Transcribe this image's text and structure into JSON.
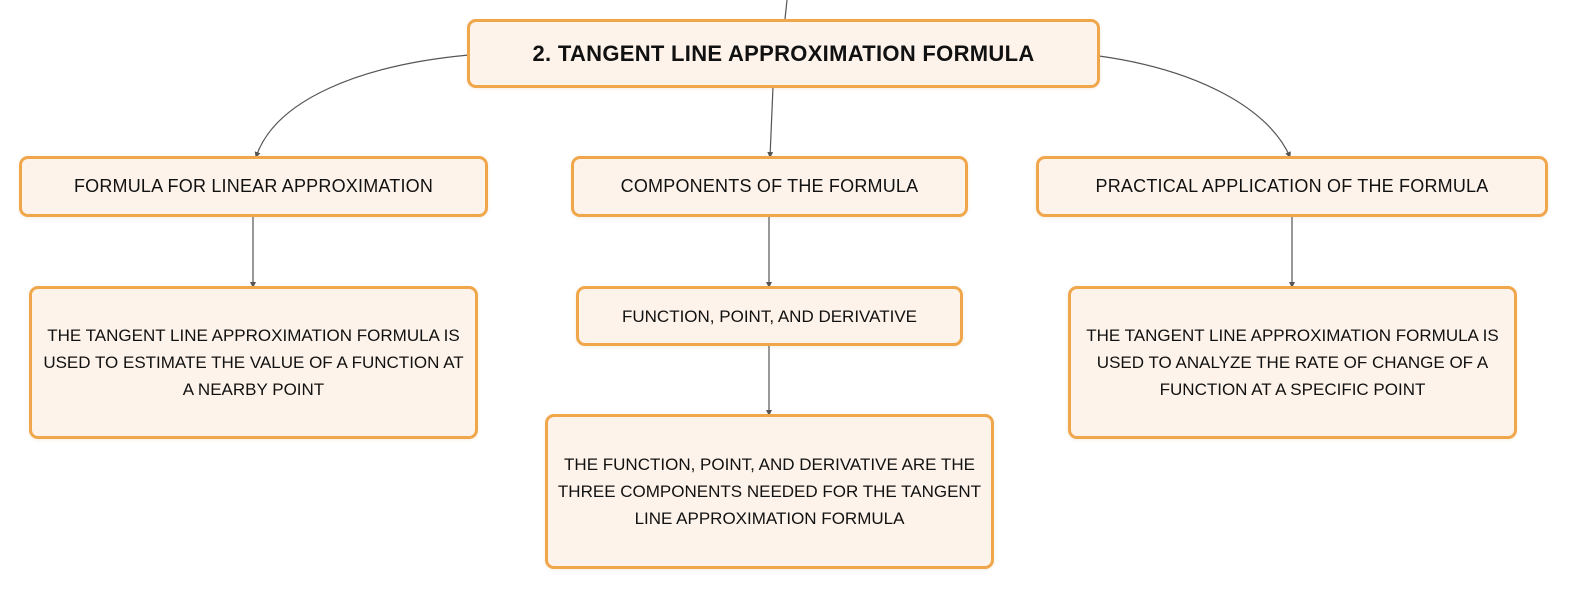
{
  "diagram": {
    "root": {
      "label": "2. TANGENT LINE APPROXIMATION FORMULA"
    },
    "branches": [
      {
        "label": "FORMULA FOR LINEAR APPROXIMATION",
        "children": [
          {
            "label": "THE TANGENT LINE APPROXIMATION FORMULA IS USED TO ESTIMATE THE VALUE OF A FUNCTION AT A NEARBY POINT"
          }
        ]
      },
      {
        "label": "COMPONENTS OF THE FORMULA",
        "children": [
          {
            "label": "FUNCTION, POINT, AND DERIVATIVE"
          },
          {
            "label": "THE FUNCTION, POINT, AND DERIVATIVE ARE THE THREE COMPONENTS NEEDED FOR THE TANGENT LINE APPROXIMATION FORMULA"
          }
        ]
      },
      {
        "label": "PRACTICAL APPLICATION OF THE FORMULA",
        "children": [
          {
            "label": "THE TANGENT LINE APPROXIMATION FORMULA IS USED TO ANALYZE THE RATE OF CHANGE OF A FUNCTION AT A SPECIFIC POINT"
          }
        ]
      }
    ],
    "colors": {
      "node_fill": "#fdf3ea",
      "node_border": "#f0a64b",
      "connector": "#555555",
      "text": "#111111"
    }
  }
}
